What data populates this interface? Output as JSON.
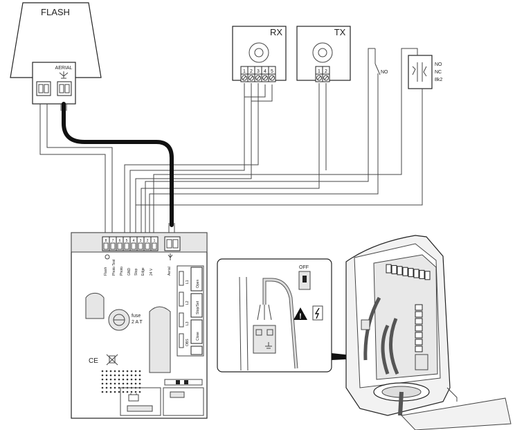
{
  "flash": {
    "label": "FLASH",
    "aerial_label": "AERIAL"
  },
  "rx": {
    "label": "RX",
    "terminals": [
      "1",
      "2",
      "3",
      "4",
      "5"
    ]
  },
  "tx": {
    "label": "TX",
    "terminals": [
      "1",
      "2"
    ]
  },
  "switch": {
    "label": "NO"
  },
  "safety_edge": {
    "labels": [
      "NO",
      "NC",
      "8k2"
    ]
  },
  "board": {
    "terminal_numbers": [
      "8",
      "7",
      "6",
      "5",
      "4",
      "3",
      "2",
      "1"
    ],
    "terminal_labels": [
      "Flash",
      "Photo Test",
      "Photo",
      "GND",
      "Stop",
      "Edge",
      "24 V",
      "Aerial"
    ],
    "side_buttons": [
      "Open",
      "Stop/Set",
      "Close"
    ],
    "side_tabs": [
      "L1",
      "L2",
      "L3",
      "OBS"
    ],
    "fuse_label": "fuse",
    "fuse_value": "2 A T"
  },
  "inset": {
    "off_label": "OFF"
  }
}
